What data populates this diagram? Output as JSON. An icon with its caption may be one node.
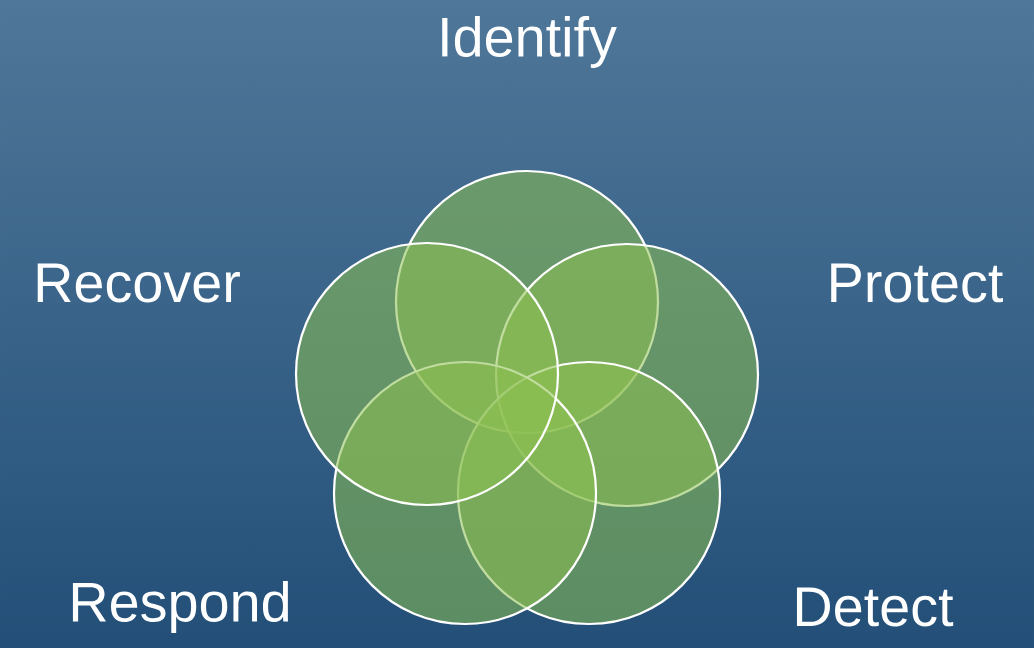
{
  "diagram": {
    "nodes": [
      {
        "text": [],
        "shape": "circle",
        "beside": [
          "Identify"
        ]
      },
      {
        "text": [],
        "shape": "circle",
        "beside": [
          "Protect"
        ]
      },
      {
        "text": [],
        "shape": "circle",
        "beside": [
          "Detect"
        ]
      },
      {
        "text": [],
        "shape": "circle",
        "beside": [
          "Respond"
        ]
      },
      {
        "text": [],
        "shape": "circle",
        "beside": [
          "Recover"
        ]
      }
    ],
    "edges": []
  }
}
